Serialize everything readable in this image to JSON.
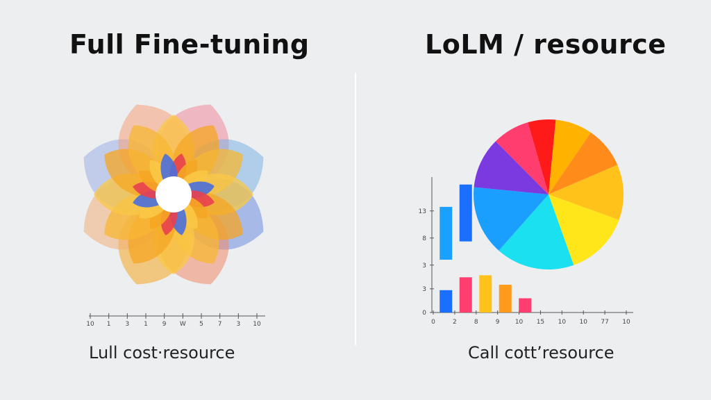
{
  "left_panel": {
    "title": "Full Fine-tuning",
    "caption": "Lull cost·resource",
    "axis_ticks": [
      "10",
      "1",
      "3",
      "1",
      "9",
      "W",
      "5",
      "7",
      "3",
      "10"
    ]
  },
  "right_panel": {
    "title": "LoLM / resource",
    "caption": "Call cott’resource"
  },
  "chart_data": [
    {
      "type": "other",
      "xlabel": "",
      "ylabel": "",
      "x_ticks": [
        "10",
        "1",
        "3",
        "1",
        "9",
        "W",
        "5",
        "7",
        "3",
        "10"
      ],
      "petal_colors": [
        "#e8404f",
        "#f5a623",
        "#f9c846",
        "#4a6fdc",
        "#7fb4e6",
        "#f08a6a"
      ]
    },
    {
      "type": "pie",
      "slices": [
        {
          "value": 6,
          "color": "#ff1a1a"
        },
        {
          "value": 8,
          "color": "#ffb300"
        },
        {
          "value": 9,
          "color": "#ff8c1a"
        },
        {
          "value": 12,
          "color": "#ffc21a"
        },
        {
          "value": 14,
          "color": "#ffe61a"
        },
        {
          "value": 17,
          "color": "#1ae0f0"
        },
        {
          "value": 15,
          "color": "#1a9fff"
        },
        {
          "value": 11,
          "color": "#7a3adf"
        },
        {
          "value": 8,
          "color": "#ff3d6e"
        }
      ]
    },
    {
      "type": "bar",
      "title": "",
      "xlabel": "",
      "ylabel": "",
      "x_ticks": [
        "0",
        "2",
        "8",
        "9",
        "10",
        "15",
        "10",
        "10",
        "77",
        "10"
      ],
      "y_ticks": [
        "0",
        "3",
        "3",
        "8",
        "13"
      ],
      "ylim": [
        0,
        20
      ],
      "bars": [
        {
          "x": 0.5,
          "bottom": 0,
          "top": 3.3,
          "color": "#1a6fff"
        },
        {
          "x": 1.5,
          "bottom": 0,
          "top": 5.2,
          "color": "#ff3d6e"
        },
        {
          "x": 2.5,
          "bottom": 0,
          "top": 5.5,
          "color": "#ffc21a"
        },
        {
          "x": 3.5,
          "bottom": 0,
          "top": 4.1,
          "color": "#ff9a1a"
        },
        {
          "x": 4.5,
          "bottom": 0,
          "top": 2.1,
          "color": "#ff3d6e"
        },
        {
          "x": 0.5,
          "bottom": 7.8,
          "top": 15.6,
          "color": "#1aa0ff"
        },
        {
          "x": 1.5,
          "bottom": 10.5,
          "top": 18.9,
          "color": "#1a6fff"
        }
      ]
    }
  ]
}
